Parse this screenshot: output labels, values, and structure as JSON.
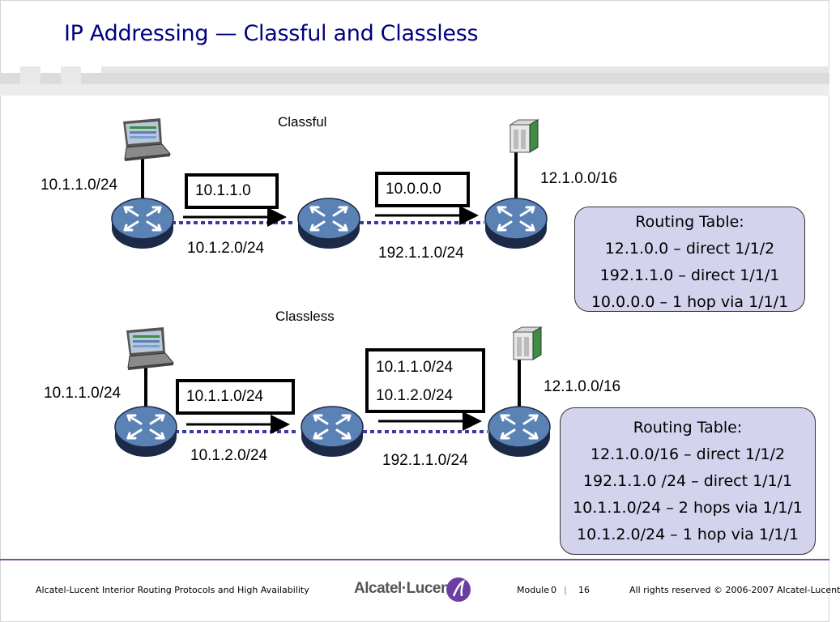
{
  "slide": {
    "title": "IP Addressing — Classful and Classless"
  },
  "classful": {
    "heading": "Classful",
    "host_net": "10.1.1.0/24",
    "server_net": "12.1.0.0/16",
    "link1_net": "10.1.2.0/24",
    "link2_net": "192.1.1.0/24",
    "packet1": [
      "10.1.1.0"
    ],
    "packet2": [
      "10.0.0.0"
    ],
    "routing_table": [
      "Routing Table:",
      "12.1.0.0 – direct 1/1/2",
      "192.1.1.0 – direct 1/1/1",
      "10.0.0.0 – 1 hop via 1/1/1"
    ]
  },
  "classless": {
    "heading": "Classless",
    "host_net": "10.1.1.0/24",
    "server_net": "12.1.0.0/16",
    "link1_net": "10.1.2.0/24",
    "link2_net": "192.1.1.0/24",
    "packet1": [
      "10.1.1.0/24"
    ],
    "packet2": [
      "10.1.1.0/24",
      "10.1.2.0/24"
    ],
    "routing_table": [
      "Routing Table:",
      "12.1.0.0/16 – direct 1/1/2",
      "192.1.1.0 /24 – direct 1/1/1",
      "10.1.1.0/24 – 2 hops via 1/1/1",
      "10.1.2.0/24 – 1 hop via 1/1/1"
    ]
  },
  "footer": {
    "course": "Alcatel-Lucent Interior Routing Protocols and High Availability",
    "logo": "Alcatel·Lucent",
    "module_label": "Module",
    "module_num": "0",
    "separator": "|",
    "page": "16",
    "rights": "All rights reserved © 2006-2007 Alcatel-Lucent"
  },
  "colors": {
    "title": "#000080",
    "router_fill": "#5b82b5",
    "router_dark": "#1c2a48",
    "link_dots": "#3a3aa0",
    "table_fill": "#d3d3ee",
    "footer_line": "#7a4fa0"
  }
}
